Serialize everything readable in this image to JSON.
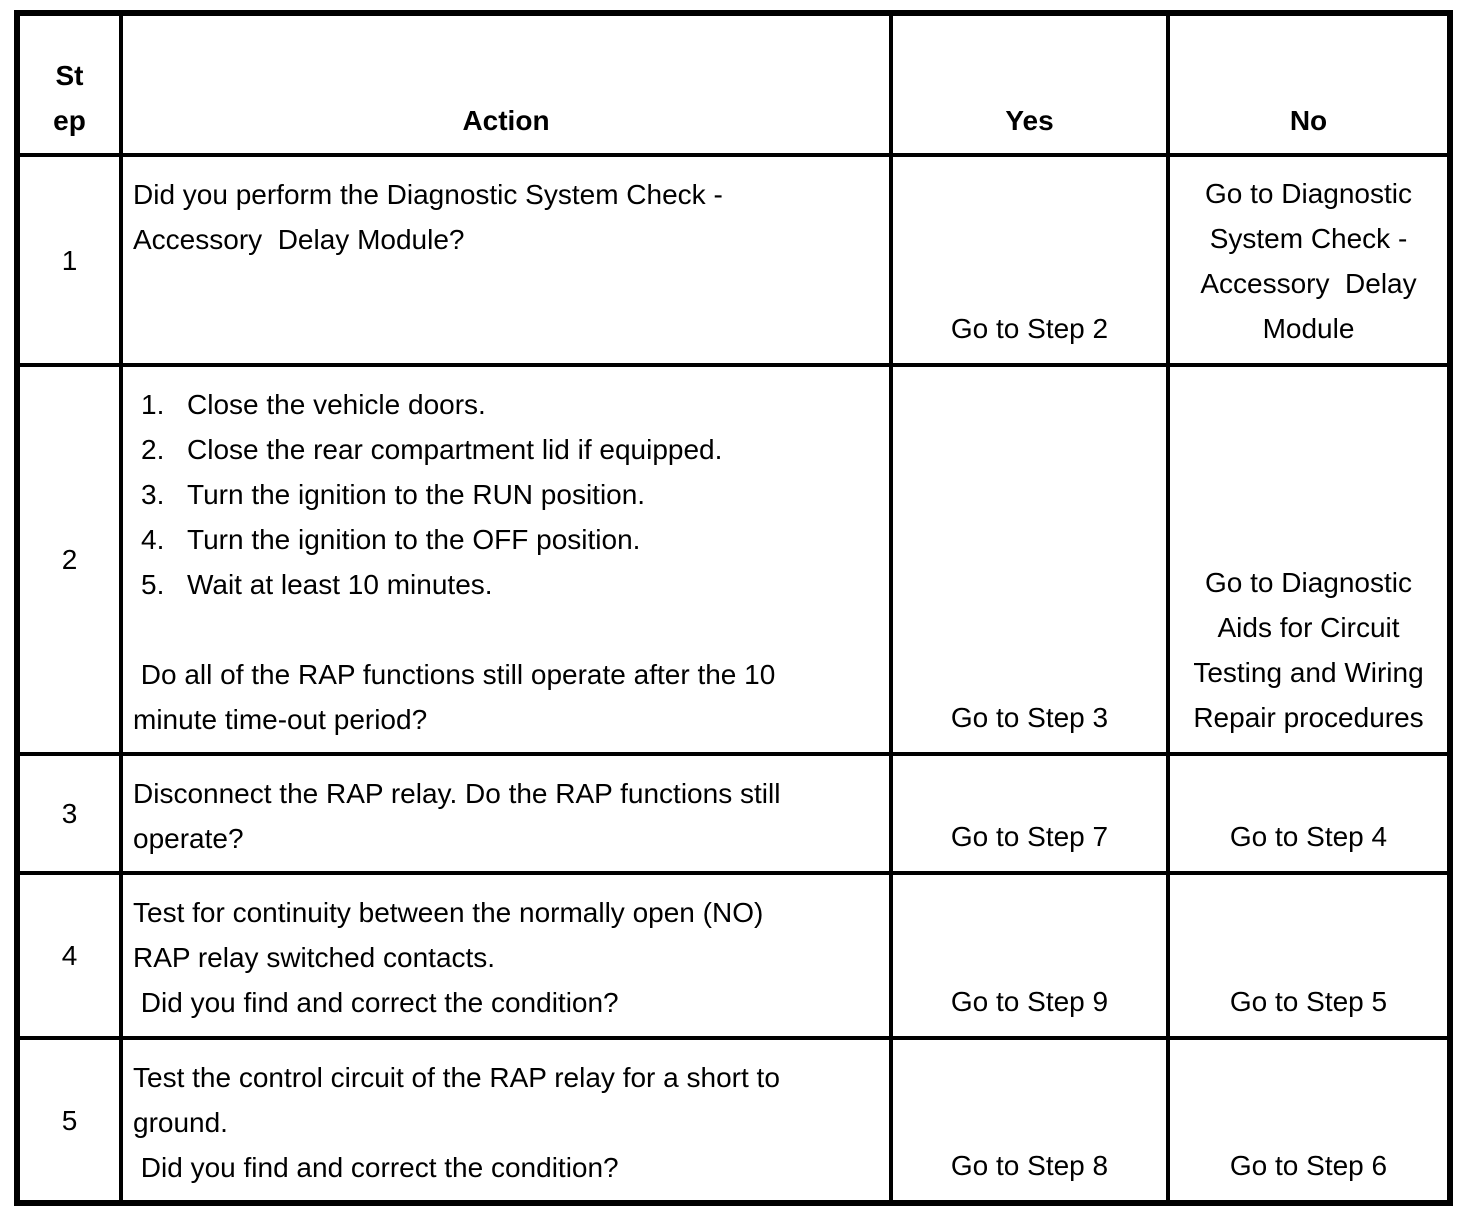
{
  "colors": {
    "background": "#ffffff",
    "border": "#000000",
    "text": "#000000"
  },
  "table": {
    "headers": {
      "step": "St\nep",
      "action": "Action",
      "yes": "Yes",
      "no": "No"
    },
    "rows": [
      {
        "step": "1",
        "action": "Did you perform the Diagnostic System Check -\nAccessory  Delay Module?",
        "yes": "Go to Step 2",
        "no": "Go to Diagnostic\nSystem Check -\nAccessory  Delay\nModule"
      },
      {
        "step": "2",
        "action_steps": [
          {
            "num": "1.",
            "text": "Close the vehicle doors."
          },
          {
            "num": "2.",
            "text": "Close the rear compartment lid if equipped."
          },
          {
            "num": "3.",
            "text": "Turn the ignition to the RUN position."
          },
          {
            "num": "4.",
            "text": "Turn the ignition to the OFF position."
          },
          {
            "num": "5.",
            "text": "Wait at least 10 minutes."
          }
        ],
        "action_question": " Do all of the RAP functions still operate after the 10\nminute time-out period?",
        "yes": "Go to Step 3",
        "no": "Go to Diagnostic\nAids for Circuit\nTesting and Wiring\nRepair procedures"
      },
      {
        "step": "3",
        "action": "Disconnect the RAP relay. Do the RAP functions still\noperate?",
        "yes": "Go to Step 7",
        "no": "Go to Step 4"
      },
      {
        "step": "4",
        "action": "Test for continuity between the normally open (NO)\nRAP relay switched contacts.\n Did you find and correct the condition?",
        "yes": "Go to Step 9",
        "no": "Go to Step 5"
      },
      {
        "step": "5",
        "action": "Test the control circuit of the RAP relay for a short to\nground.\n Did you find and correct the condition?",
        "yes": "Go to Step 8",
        "no": "Go to Step 6"
      }
    ]
  }
}
